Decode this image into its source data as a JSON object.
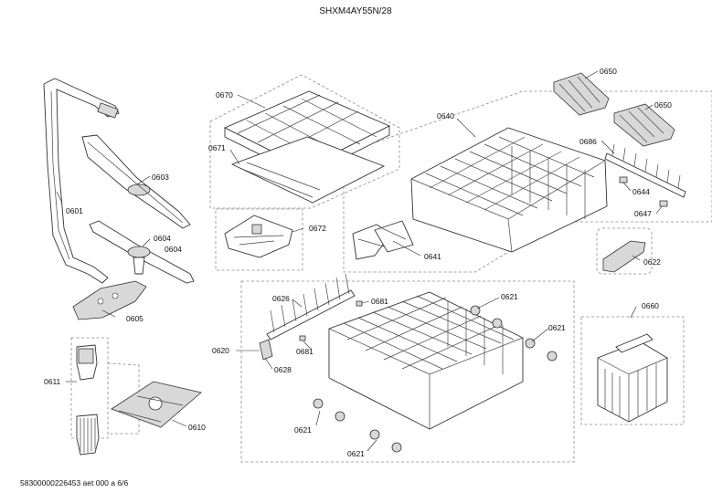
{
  "header": {
    "model": "SHXM4AY55N/28"
  },
  "footer": {
    "doc_code": "58300000226453 aet 000 a 6/6"
  },
  "labels": {
    "l0670": "0670",
    "l0671": "0671",
    "l0672": "0672",
    "l0603": "0603",
    "l0601": "0601",
    "l0604a": "0604",
    "l0604b": "0604",
    "l0605": "0605",
    "l0640": "0640",
    "l0641": "0641",
    "l0650a": "0650",
    "l0650b": "0650",
    "l0686": "0686",
    "l0644": "0644",
    "l0647": "0647",
    "l0622": "0622",
    "l0626": "0626",
    "l0681a": "0681",
    "l0681b": "0681",
    "l0621a": "0621",
    "l0621b": "0621",
    "l0621c": "0621",
    "l0621d": "0621",
    "l0620": "0620",
    "l0628": "0628",
    "l0660": "0660",
    "l0611": "0611",
    "l0610": "0610"
  },
  "colors": {
    "line": "#333333",
    "dashed_box": "#888888",
    "part_fill": "#d8d8d8"
  }
}
